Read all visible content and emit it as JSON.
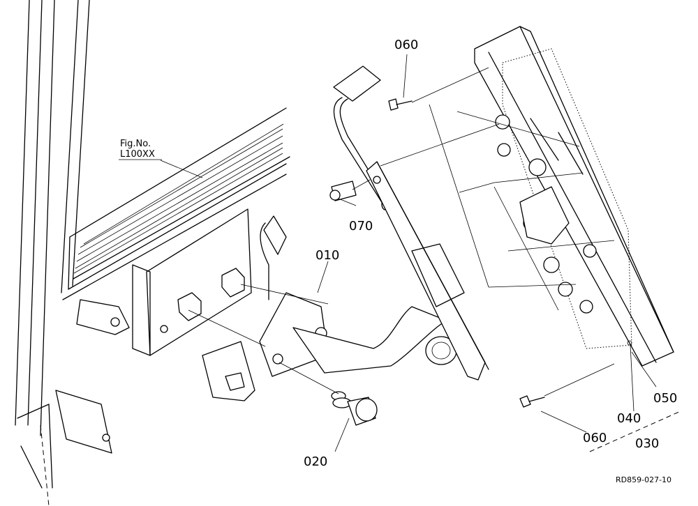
{
  "figure_ref": {
    "line1": "Fig.No.",
    "line2": "L100XX"
  },
  "callouts": {
    "p010": "010",
    "p020": "020",
    "p030": "030",
    "p040": "040",
    "p050": "050",
    "p060_top": "060",
    "p060_bottom": "060",
    "p070": "070"
  },
  "drawing_code": "RD859-027-10"
}
